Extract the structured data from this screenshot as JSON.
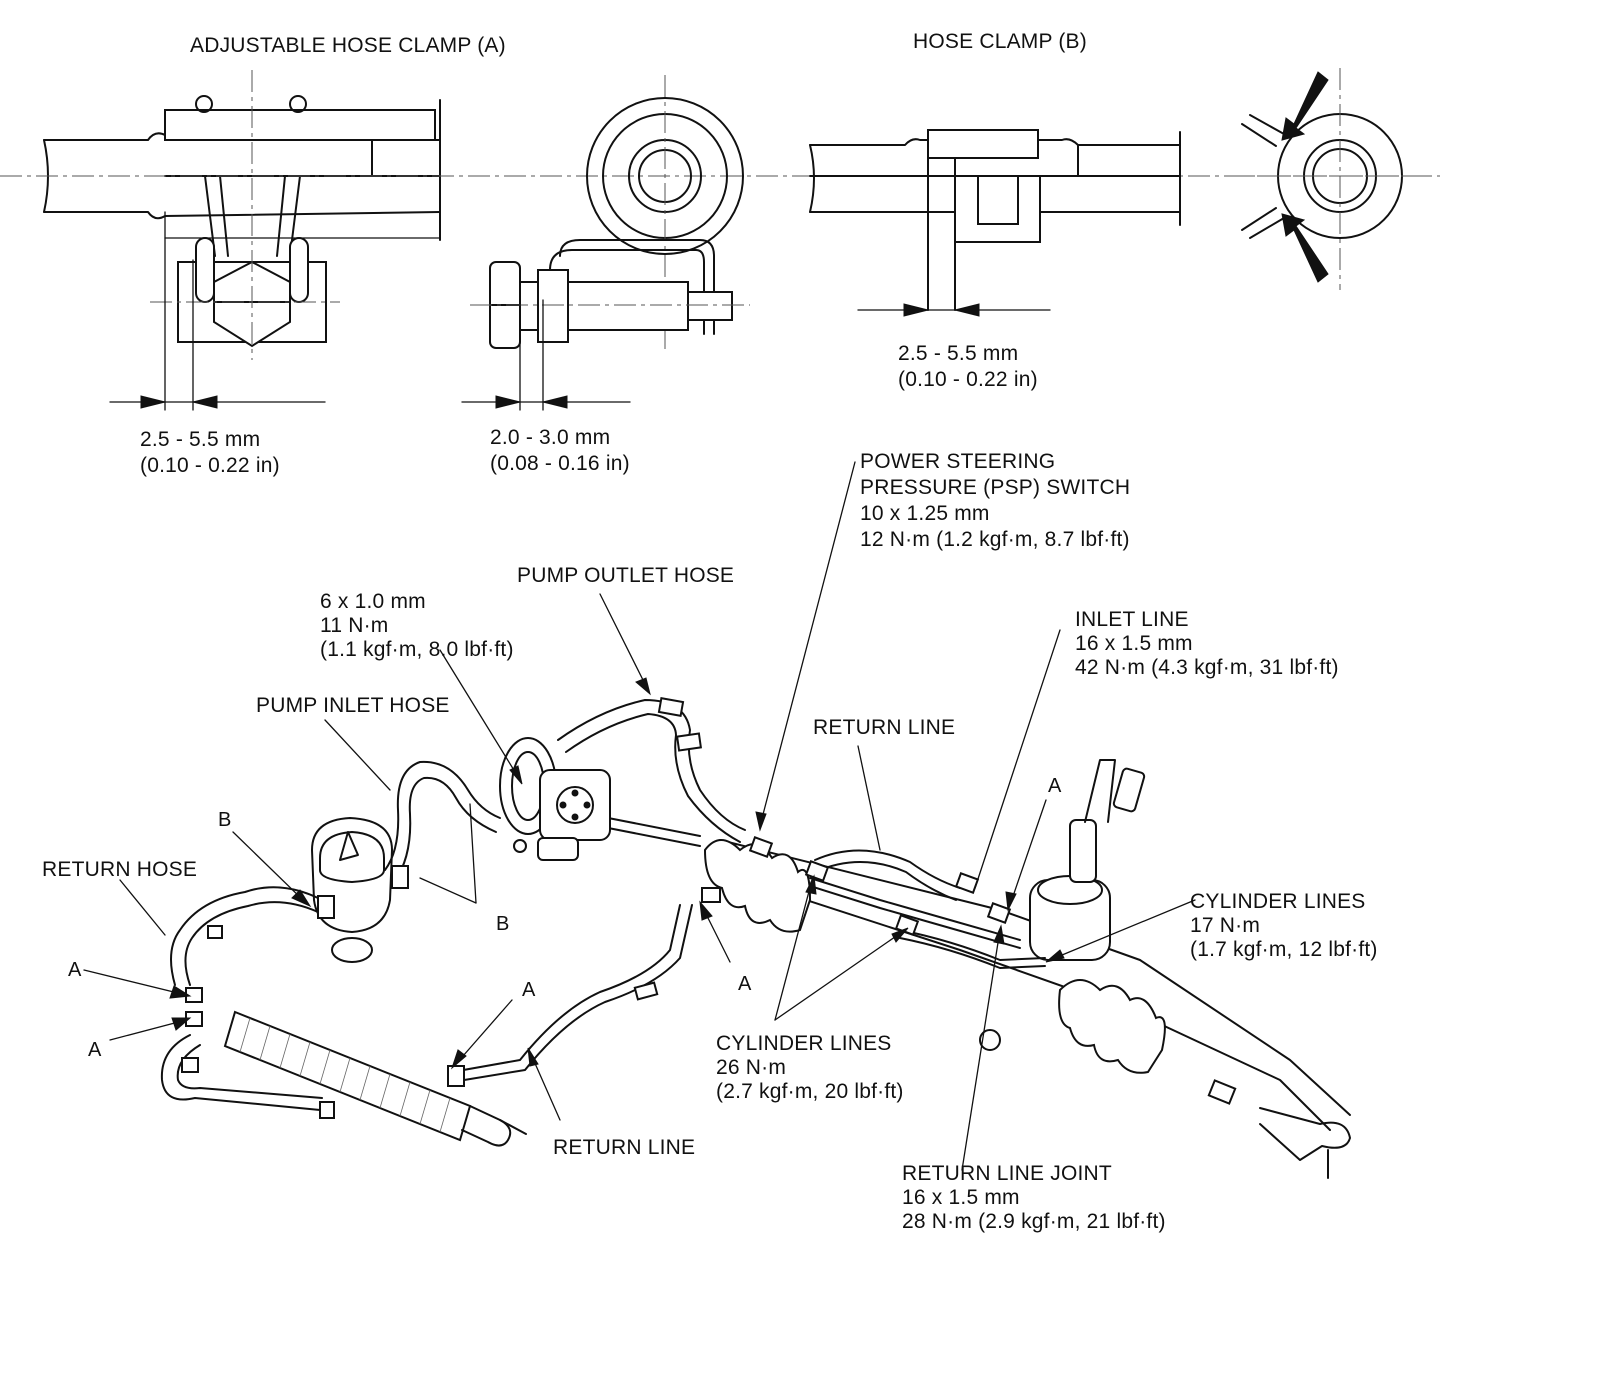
{
  "detail_a": {
    "title": "ADJUSTABLE HOSE CLAMP (A)",
    "dim1_mm": "2.5 - 5.5 mm",
    "dim1_in": "(0.10 - 0.22 in)",
    "dim2_mm": "2.0 - 3.0 mm",
    "dim2_in": "(0.08 - 0.16 in)"
  },
  "detail_b": {
    "title": "HOSE CLAMP (B)",
    "dim_mm": "2.5 - 5.5 mm",
    "dim_in": "(0.10 - 0.22 in)"
  },
  "labels": {
    "psp_switch": {
      "line1": "POWER STEERING",
      "line2": "PRESSURE (PSP) SWITCH",
      "line3": "10 x 1.25 mm",
      "line4": "12 N·m (1.2 kgf·m, 8.7 lbf·ft)"
    },
    "pump_outlet_hose": "PUMP OUTLET HOSE",
    "pump_bolt": {
      "line1": "6 x 1.0 mm",
      "line2": "11 N·m",
      "line3": "(1.1 kgf·m, 8.0 lbf·ft)"
    },
    "pump_inlet_hose": "PUMP INLET HOSE",
    "inlet_line": {
      "line1": "INLET LINE",
      "line2": "16 x 1.5 mm",
      "line3": "42 N·m (4.3 kgf·m, 31 lbf·ft)"
    },
    "return_line_top": "RETURN LINE",
    "return_hose": "RETURN HOSE",
    "cylinder_lines_right": {
      "line1": "CYLINDER LINES",
      "line2": "17 N·m",
      "line3": "(1.7 kgf·m, 12 lbf·ft)"
    },
    "cylinder_lines_center": {
      "line1": "CYLINDER LINES",
      "line2": "26 N·m",
      "line3": "(2.7 kgf·m, 20 lbf·ft)"
    },
    "return_line_bottom": "RETURN LINE",
    "return_line_joint": {
      "line1": "RETURN LINE JOINT",
      "line2": "16 x 1.5 mm",
      "line3": "28 N·m (2.9 kgf·m, 21 lbf·ft)"
    },
    "callout_a": "A",
    "callout_b": "B"
  },
  "colors": {
    "ink": "#111111",
    "background": "#ffffff"
  }
}
